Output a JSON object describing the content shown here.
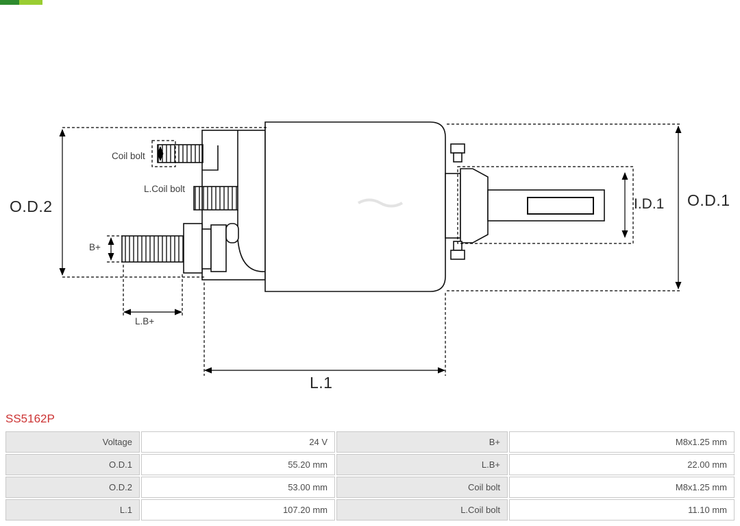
{
  "page": {
    "title": "SS5162P"
  },
  "logo": {
    "name": "as-pl-logo-fragment"
  },
  "colors": {
    "accent_red": "#cc3333",
    "table_label_bg": "#e8e8e8",
    "table_border": "#c9c9c9"
  },
  "diagram": {
    "type": "starter-solenoid-technical-drawing",
    "labels": {
      "od2": "O.D.2",
      "od1": "O.D.1",
      "id1": "I.D.1",
      "coil_bolt": "Coil bolt",
      "l_coil_bolt": "L.Coil bolt",
      "b_plus": "B+",
      "l_b_plus": "L.B+",
      "l1": "L.1"
    }
  },
  "product": {
    "code": "SS5162P"
  },
  "spec_table": {
    "rows": [
      {
        "cells": [
          {
            "label": "Voltage",
            "value": "24 V"
          },
          {
            "label": "B+",
            "value": "M8x1.25 mm"
          }
        ]
      },
      {
        "cells": [
          {
            "label": "O.D.1",
            "value": "55.20 mm"
          },
          {
            "label": "L.B+",
            "value": "22.00 mm"
          }
        ]
      },
      {
        "cells": [
          {
            "label": "O.D.2",
            "value": "53.00 mm"
          },
          {
            "label": "Coil bolt",
            "value": "M8x1.25 mm"
          }
        ]
      },
      {
        "cells": [
          {
            "label": "L.1",
            "value": "107.20 mm"
          },
          {
            "label": "L.Coil bolt",
            "value": "11.10 mm"
          }
        ]
      }
    ]
  }
}
